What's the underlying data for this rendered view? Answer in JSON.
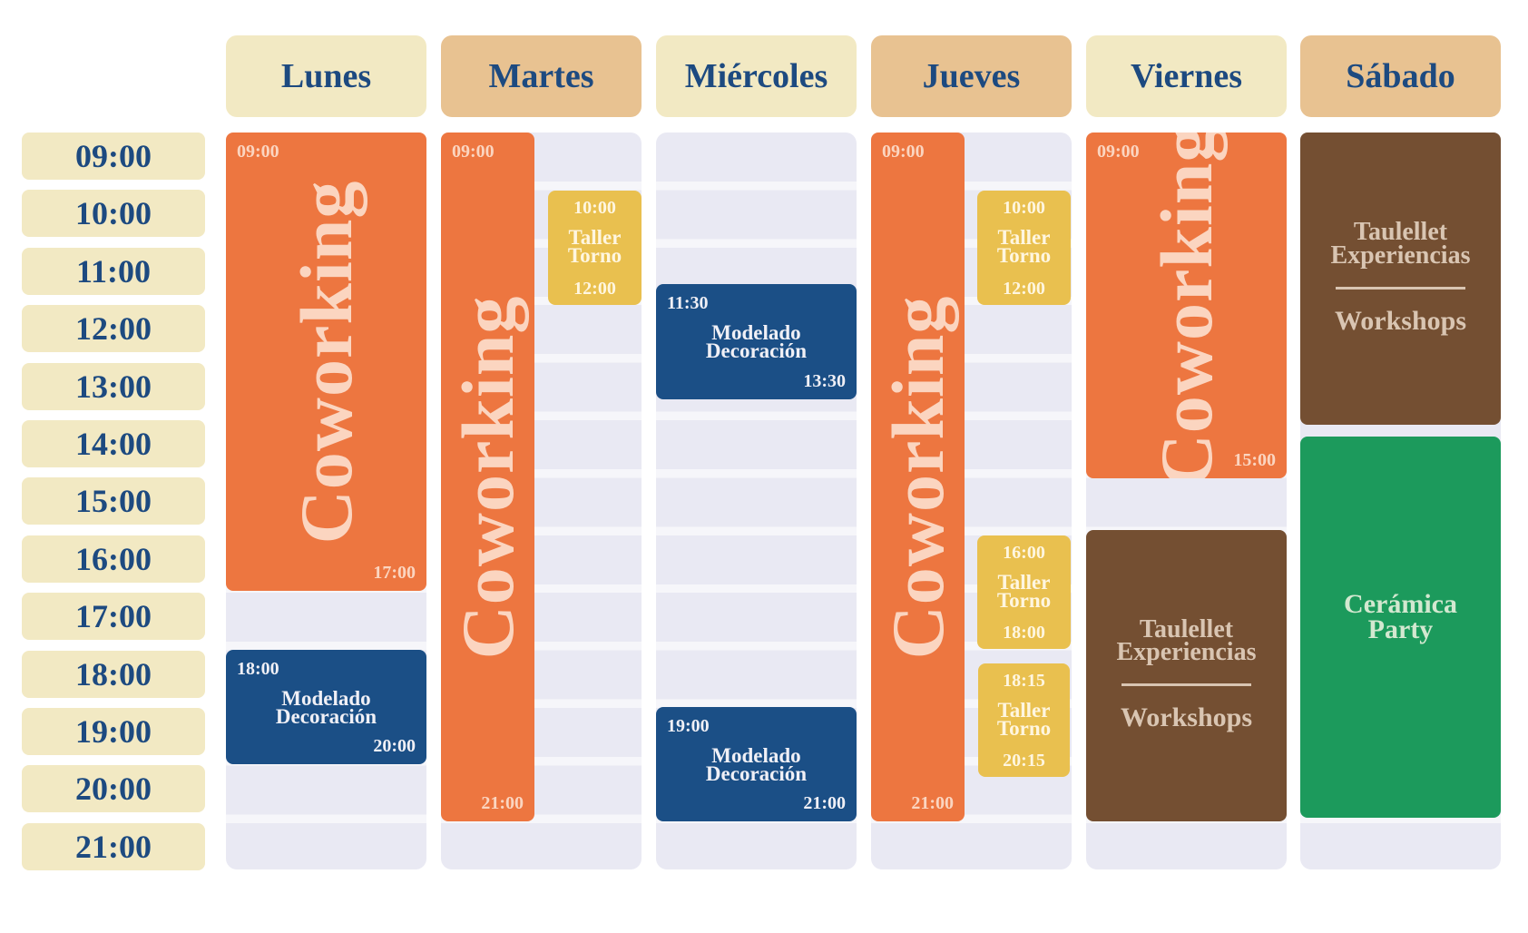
{
  "days": [
    {
      "label": "Lunes",
      "color": "#f2e9c3"
    },
    {
      "label": "Martes",
      "color": "#e8c291"
    },
    {
      "label": "Miércoles",
      "color": "#f2e9c3"
    },
    {
      "label": "Jueves",
      "color": "#e8c291"
    },
    {
      "label": "Viernes",
      "color": "#f2e9c3"
    },
    {
      "label": "Sábado",
      "color": "#e8c291"
    }
  ],
  "times": [
    "09:00",
    "10:00",
    "11:00",
    "12:00",
    "13:00",
    "14:00",
    "15:00",
    "16:00",
    "17:00",
    "18:00",
    "19:00",
    "20:00",
    "21:00"
  ],
  "events": [
    {
      "day": "Lunes",
      "kind": "cowork",
      "title": "Coworking",
      "start": "09:00",
      "end": "17:00"
    },
    {
      "day": "Lunes",
      "kind": "model",
      "title": [
        "Modelado",
        "Decoración"
      ],
      "start": "18:00",
      "end": "20:00"
    },
    {
      "day": "Martes",
      "kind": "cowork",
      "title": "Coworking",
      "start": "09:00",
      "end": "21:00"
    },
    {
      "day": "Martes",
      "kind": "taller",
      "title": [
        "Taller",
        "Torno"
      ],
      "start": "10:00",
      "end": "12:00"
    },
    {
      "day": "Miércoles",
      "kind": "model",
      "title": [
        "Modelado",
        "Decoración"
      ],
      "start": "11:30",
      "end": "13:30"
    },
    {
      "day": "Miércoles",
      "kind": "model",
      "title": [
        "Modelado",
        "Decoración"
      ],
      "start": "19:00",
      "end": "21:00"
    },
    {
      "day": "Jueves",
      "kind": "cowork",
      "title": "Coworking",
      "start": "09:00",
      "end": "21:00"
    },
    {
      "day": "Jueves",
      "kind": "taller",
      "title": [
        "Taller",
        "Torno"
      ],
      "start": "10:00",
      "end": "12:00"
    },
    {
      "day": "Jueves",
      "kind": "taller",
      "title": [
        "Taller",
        "Torno"
      ],
      "start": "16:00",
      "end": "18:00"
    },
    {
      "day": "Jueves",
      "kind": "taller",
      "title": [
        "Taller",
        "Torno"
      ],
      "start": "18:15",
      "end": "20:15"
    },
    {
      "day": "Viernes",
      "kind": "cowork",
      "title": "Coworking",
      "start": "09:00",
      "end": "15:00"
    },
    {
      "day": "Viernes",
      "kind": "brown",
      "title": [
        "Taulellet",
        "Experiencias"
      ],
      "subtitle": "Workshops"
    },
    {
      "day": "Sábado",
      "kind": "brown",
      "title": [
        "Taulellet",
        "Experiencias"
      ],
      "subtitle": "Workshops"
    },
    {
      "day": "Sábado",
      "kind": "green",
      "title": [
        "Cerámica",
        "Party"
      ]
    }
  ],
  "colors": {
    "coworking": "#ed7640",
    "taller": "#e9c04f",
    "modelado": "#1b4f86",
    "taulellet": "#744f32",
    "ceramica": "#1c9a5c",
    "text": "#1d4a80"
  }
}
